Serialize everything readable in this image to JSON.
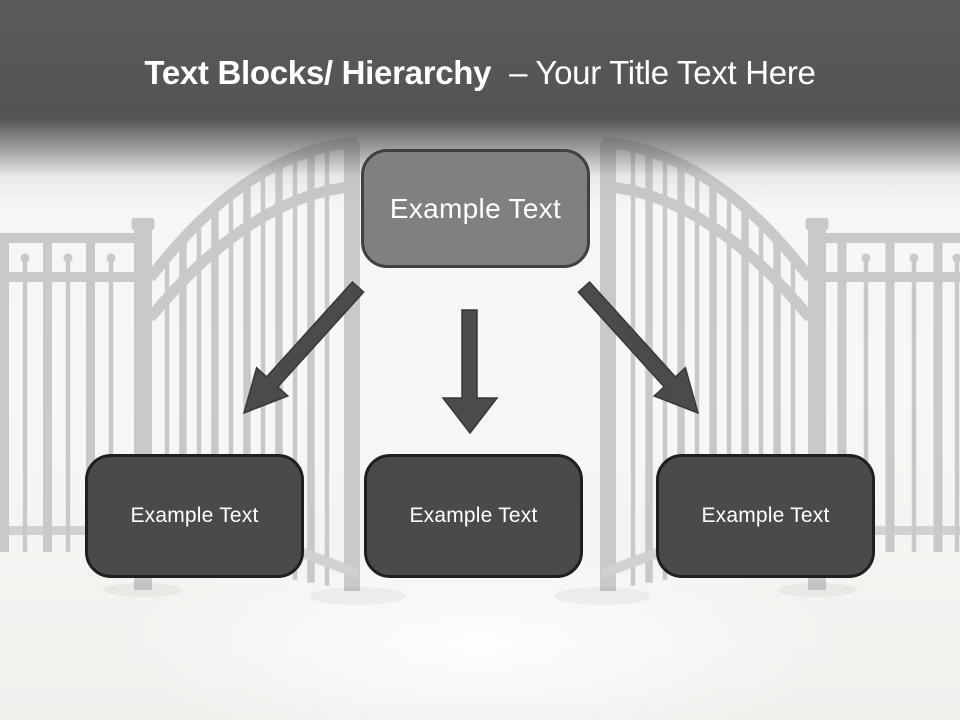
{
  "slide": {
    "header": {
      "title_bold": "Text Blocks/ Hierarchy",
      "title_regular": "– Your Title Text Here"
    },
    "hierarchy": {
      "root": {
        "label": "Example Text"
      },
      "children": [
        {
          "label": "Example Text"
        },
        {
          "label": "Example Text"
        },
        {
          "label": "Example Text"
        }
      ]
    },
    "palette": {
      "header_gray": "#575757",
      "title_text": "#ffffff",
      "root_box_fill": "#808080",
      "root_box_border": "#404040",
      "child_box_fill": "#4a4a4a",
      "child_box_border": "#1f1f1f",
      "arrow_fill": "#4b4b4b",
      "gate_gray": "#c9c9c9",
      "background": "#f7f6f4"
    }
  }
}
